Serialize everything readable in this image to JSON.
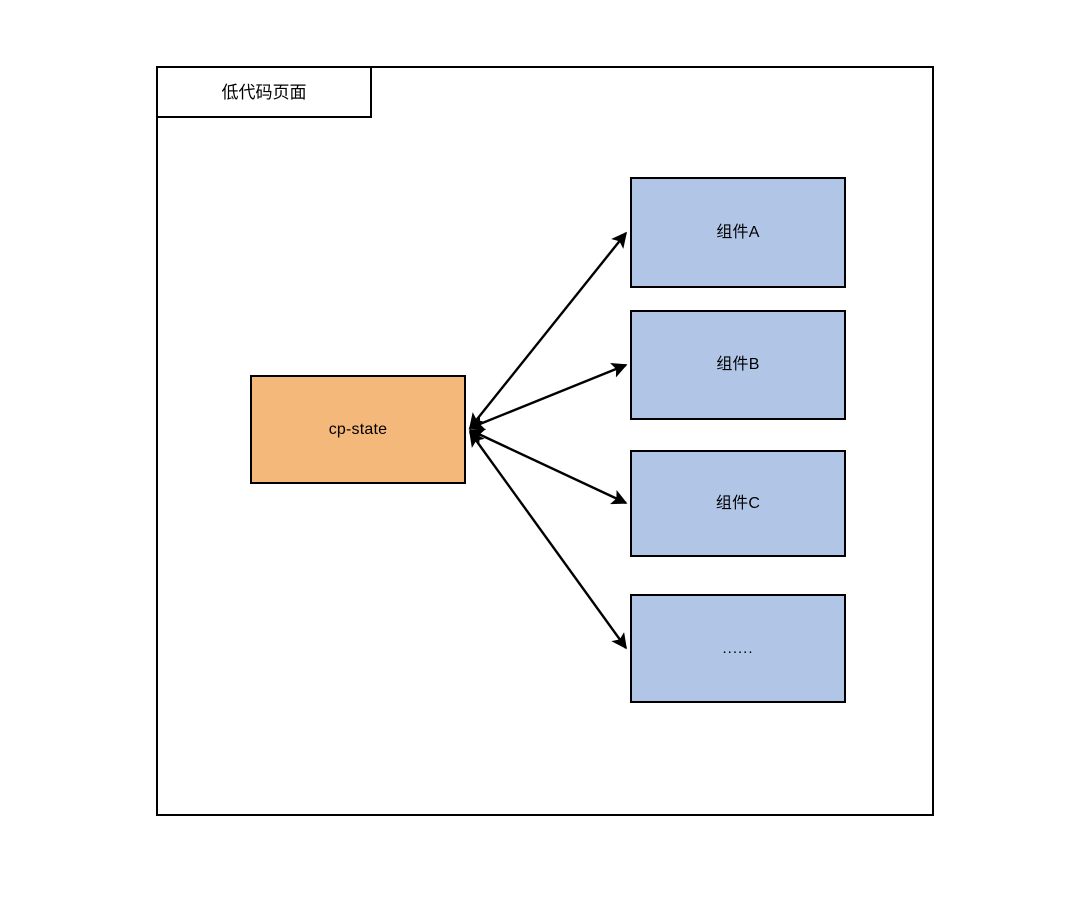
{
  "diagram": {
    "title_tab": {
      "label": "低代码页面"
    },
    "nodes": [
      {
        "id": "cp-state",
        "label": "cp-state",
        "role": "state-store",
        "fill": "#f4b87a",
        "stroke": "#000000"
      },
      {
        "id": "component-a",
        "label": "组件A",
        "role": "component",
        "fill": "#b1c5e7",
        "stroke": "#000000"
      },
      {
        "id": "component-b",
        "label": "组件B",
        "role": "component",
        "fill": "#b1c5e7",
        "stroke": "#000000"
      },
      {
        "id": "component-c",
        "label": "组件C",
        "role": "component",
        "fill": "#b1c5e7",
        "stroke": "#000000"
      },
      {
        "id": "component-more",
        "label": "......",
        "role": "component",
        "fill": "#b1c5e7",
        "stroke": "#000000"
      }
    ],
    "edges": [
      {
        "from": "cp-state",
        "to": "component-a",
        "arrow": "both"
      },
      {
        "from": "cp-state",
        "to": "component-b",
        "arrow": "both"
      },
      {
        "from": "cp-state",
        "to": "component-c",
        "arrow": "both"
      },
      {
        "from": "cp-state",
        "to": "component-more",
        "arrow": "both"
      }
    ],
    "colors": {
      "canvas": "#ffffff",
      "line": "#000000",
      "component_fill": "#b1c5e7",
      "state_fill": "#f4b87a"
    }
  }
}
